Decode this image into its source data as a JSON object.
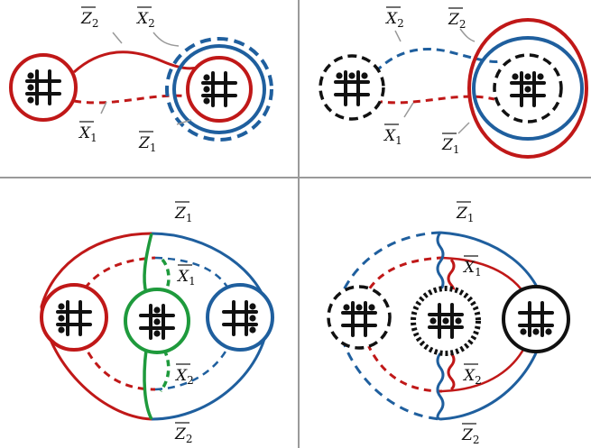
{
  "colors": {
    "red": "#c01818",
    "blue": "#1f5f9e",
    "green": "#1e9a3c",
    "black": "#111111",
    "divider": "#9a9a9a"
  },
  "labels": {
    "X": "X",
    "Z": "Z",
    "sub1": "1",
    "sub2": "2"
  },
  "panels": [
    {
      "id": "top-left"
    },
    {
      "id": "top-right"
    },
    {
      "id": "bottom-left"
    },
    {
      "id": "bottom-right"
    }
  ]
}
